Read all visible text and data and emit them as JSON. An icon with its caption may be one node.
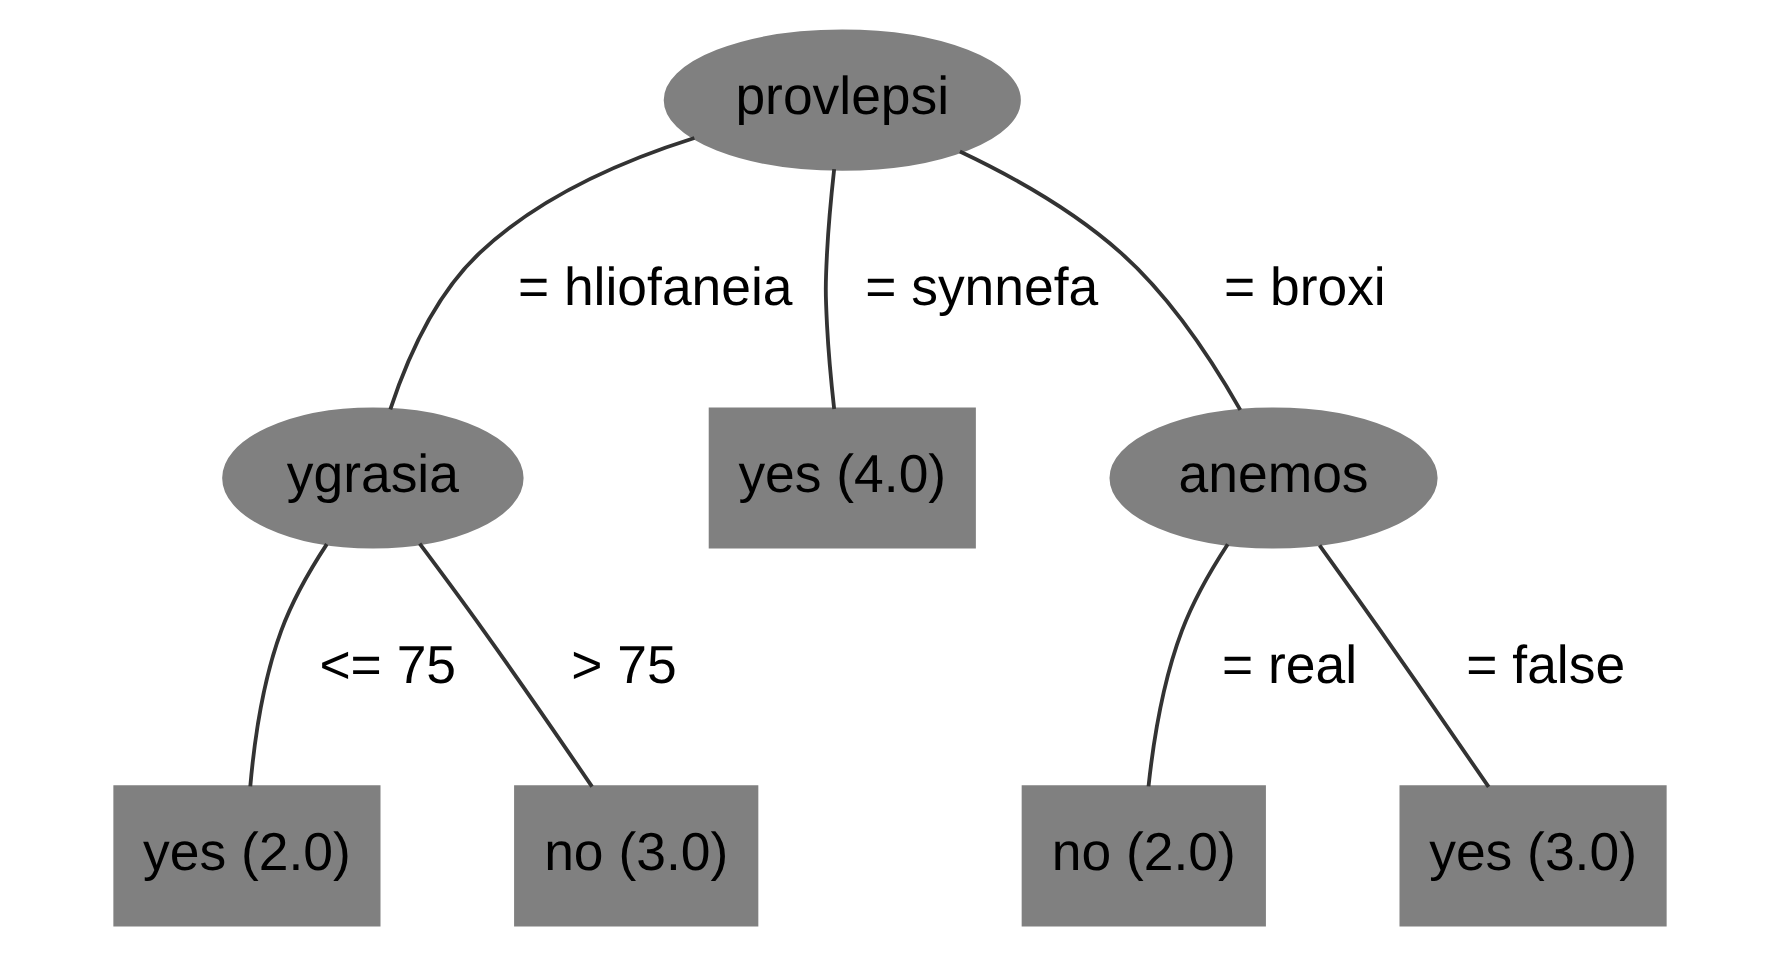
{
  "diagram": {
    "nodes": [
      {
        "text": [
          "provlepsi"
        ]
      },
      {
        "text": [
          "ygrasia"
        ]
      },
      {
        "text": [
          "yes (4.0)"
        ]
      },
      {
        "text": [
          "anemos"
        ]
      },
      {
        "text": [
          "yes (2.0)"
        ]
      },
      {
        "text": [
          "no (3.0)"
        ]
      },
      {
        "text": [
          "no (2.0)"
        ]
      },
      {
        "text": [
          "yes (3.0)"
        ]
      }
    ],
    "edges": [
      {
        "from": 0,
        "to": 1,
        "arrow": "none",
        "label": "= hliofaneia"
      },
      {
        "from": 0,
        "to": 2,
        "arrow": "none",
        "label": "= synnefa"
      },
      {
        "from": 0,
        "to": 3,
        "arrow": "none",
        "label": "= broxi"
      },
      {
        "from": 1,
        "to": 4,
        "arrow": "none",
        "label": "<= 75"
      },
      {
        "from": 1,
        "to": 5,
        "arrow": "none",
        "label": "> 75"
      },
      {
        "from": 3,
        "to": 6,
        "arrow": "none",
        "label": "= real"
      },
      {
        "from": 3,
        "to": 7,
        "arrow": "none",
        "label": "= false"
      }
    ]
  }
}
